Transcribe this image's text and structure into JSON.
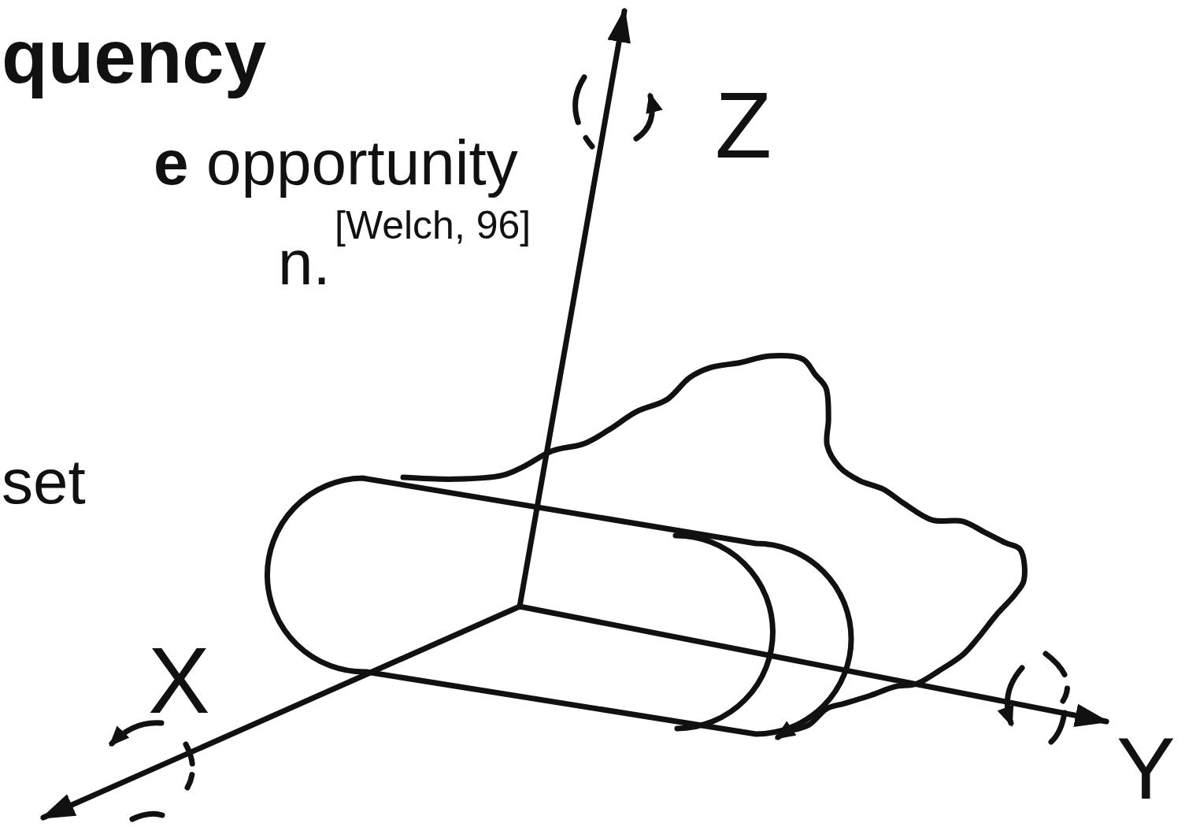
{
  "diagram": {
    "labels": [
      "quency",
      "e",
      "opportunity",
      "n.",
      "[Welch, 96]",
      "set",
      "Z",
      "X",
      "Y"
    ]
  }
}
